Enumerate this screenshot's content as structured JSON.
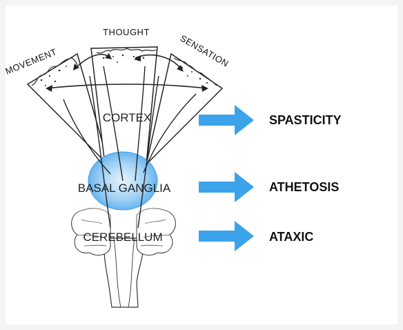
{
  "top_labels": {
    "movement": "MOVEMENT",
    "thought": "THOUGHT",
    "sensation": "SENSATION"
  },
  "regions": {
    "cortex": "CORTEX",
    "basal_ganglia": "BASAL GANGLIA",
    "cerebellum": "CEREBELLUM"
  },
  "conditions": [
    {
      "label": "SPASTICITY"
    },
    {
      "label": "ATHETOSIS"
    },
    {
      "label": "ATAXIC"
    }
  ],
  "colors": {
    "arrow": "#3aa3ea",
    "basal_ganglia_fill": "#5bb3ec",
    "outline": "#222222"
  }
}
